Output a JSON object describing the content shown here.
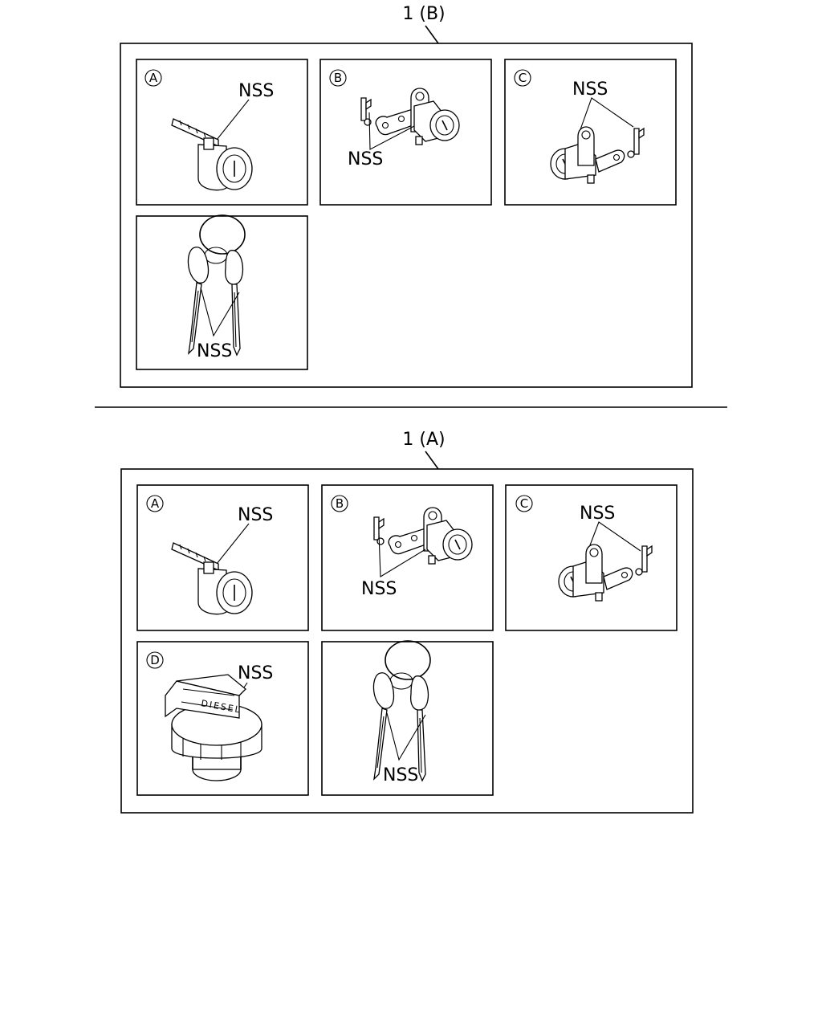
{
  "groups": [
    {
      "label": "1 (B)",
      "panels": [
        {
          "letter": "A",
          "part_label": "NSS"
        },
        {
          "letter": "B",
          "part_label": "NSS"
        },
        {
          "letter": "C",
          "part_label": "NSS"
        },
        {
          "letter": "",
          "part_label": "NSS"
        }
      ]
    },
    {
      "label": "1 (A)",
      "panels": [
        {
          "letter": "A",
          "part_label": "NSS"
        },
        {
          "letter": "B",
          "part_label": "NSS"
        },
        {
          "letter": "C",
          "part_label": "NSS"
        },
        {
          "letter": "D",
          "part_label": "NSS"
        },
        {
          "letter": "",
          "part_label": "NSS"
        }
      ]
    }
  ],
  "fuel_cap_marking": "DIESEL"
}
